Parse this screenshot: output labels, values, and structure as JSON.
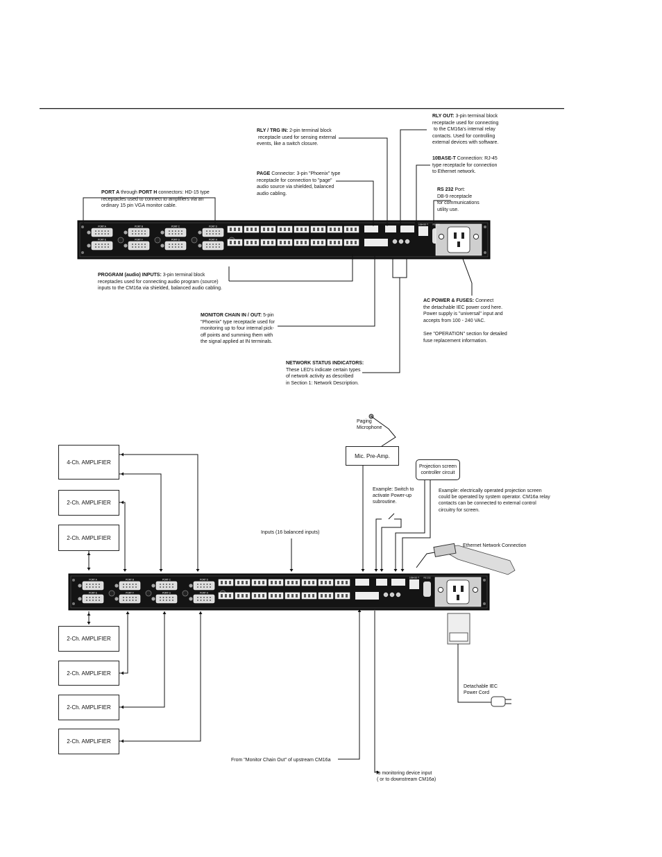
{
  "top_diagram": {
    "rly_out": {
      "title": "RLY OUT:",
      "lines": [
        "3-pin terminal block",
        "receptacle used for connecting",
        "to the CM16a's internal relay",
        "contacts. Used for controlling",
        "external devices with software."
      ]
    },
    "rly_trg_in": {
      "title": "RLY / TRG IN:",
      "lines": [
        "2-pin terminal block",
        "receptacle used for sensing external",
        "events, like a switch closure."
      ]
    },
    "base_t": {
      "title": "10BASE-T",
      "lines": [
        "Connection: RJ-45",
        "type receptacle for connection",
        "to Ethernet network."
      ]
    },
    "page": {
      "title": "PAGE",
      "lines": [
        "Connector: 3-pin \"Phoenix\" type",
        "receptacle for connection to \"page\"",
        "audio source via shielded, balanced",
        "audio cabling."
      ]
    },
    "rs232": {
      "title": "RS 232",
      "lines": [
        "Port:",
        "DB-9 receptacle",
        "for communications",
        "utility use."
      ]
    },
    "ports": {
      "title_a": "PORT A",
      "mid": "through",
      "title_h": "PORT H",
      "lines": [
        "connectors: HD-15 type",
        "receptacles used to connect to amplifiers via an",
        "ordinary 15 pin VGA monitor cable."
      ]
    },
    "program": {
      "title": "PROGRAM (audio)  INPUTS:",
      "lines": [
        "3-pin terminal block",
        "receptacles used for connecting audio program (source)",
        "inputs to the CM16a via shielded, balanced audio cabling."
      ]
    },
    "ac_power": {
      "title": "AC POWER & FUSES:",
      "lines": [
        "Connect",
        "the detachable IEC power cord here.",
        "Power supply is \"universal\" input and",
        "accepts from 100 - 240 VAC.",
        "",
        "See \"OPERATION\" section for detailed",
        "fuse replacement information."
      ]
    },
    "monitor": {
      "title": "MONITOR CHAIN IN / OUT:",
      "lines": [
        "5-pin",
        "\"Phoenix\" type receptacle used for",
        "monitoring up to four internal pick-",
        "off points and summing them with",
        "the signal applied at IN terminals."
      ]
    },
    "network": {
      "title": "NETWORK STATUS INDICATORS:",
      "lines": [
        "These LED's indicate certain types",
        "of network activity as described",
        "in Section 1: Network Description."
      ]
    }
  },
  "bottom_diagram": {
    "amplifiers": [
      "4-Ch. AMPLIFIER",
      "2-Ch. AMPLIFIER",
      "2-Ch. AMPLIFIER",
      "2-Ch. AMPLIFIER",
      "2-Ch. AMPLIFIER",
      "2-Ch. AMPLIFIER",
      "2-Ch. AMPLIFIER"
    ],
    "paging_mic": [
      "Paging",
      "Microphone"
    ],
    "mic_preamp": "Mic. Pre-Amp.",
    "projection_box": [
      "Projection screen",
      "controller circuit"
    ],
    "switch_note": [
      "Example: Switch to",
      "activate Power-up",
      "subroutine."
    ],
    "projection_note": [
      "Example: electrically operated projection screen",
      "could be operated by system operator. CM16a relay",
      "contacts can be connected to external control",
      "circuitry for screen."
    ],
    "inputs_label": "Inputs (16 balanced inputs)",
    "ethernet_label": "Ethernet Network Connection",
    "power_cord": [
      "Detachable IEC",
      "Power Cord"
    ],
    "from_monitor": "From \"Monitor Chain Out\" of upstream CM16a",
    "to_monitor": [
      "To monitoring device input",
      "( or to downstream CM16a)"
    ]
  },
  "panel_labels": {
    "ports_top": [
      "PORT A",
      "PORT B",
      "PORT C",
      "PORT D"
    ],
    "ports_bottom": [
      "PORT E",
      "PORT F",
      "PORT G",
      "PORT H"
    ],
    "rs232": "RS 232",
    "base_t": "10BASE-T"
  }
}
